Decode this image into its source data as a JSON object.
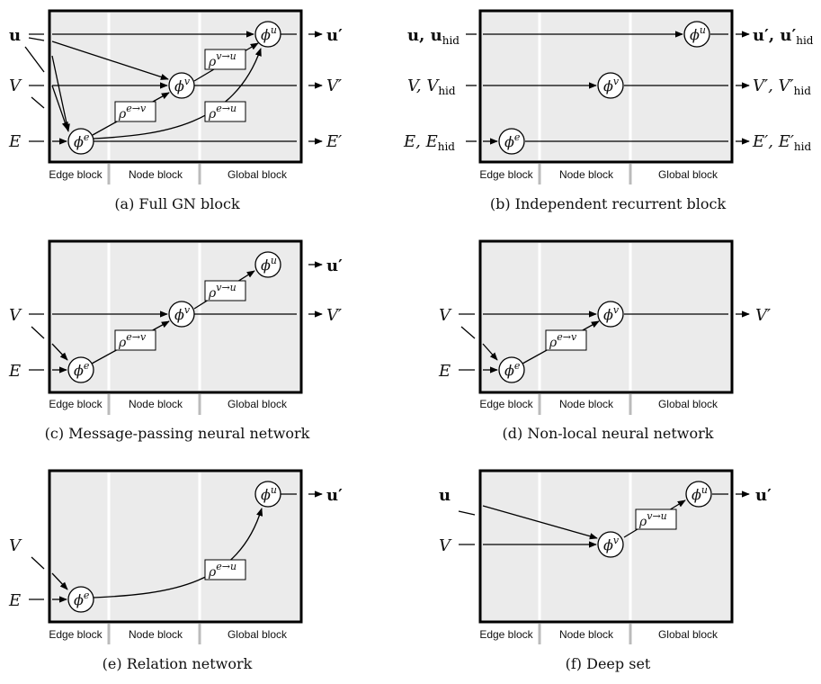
{
  "blocks": {
    "edge": "Edge block",
    "node": "Node block",
    "global": "Global block"
  },
  "panels": [
    {
      "id": "a",
      "caption": "(a) Full GN block"
    },
    {
      "id": "b",
      "caption": "(b) Independent recurrent block"
    },
    {
      "id": "c",
      "caption": "(c) Message-passing neural network"
    },
    {
      "id": "d",
      "caption": "(d) Non-local neural network"
    },
    {
      "id": "e",
      "caption": "(e) Relation network"
    },
    {
      "id": "f",
      "caption": "(f) Deep set"
    }
  ],
  "symbols": {
    "u": "u",
    "V": "V",
    "E": "E",
    "u_out": "u′",
    "V_out": "V′",
    "E_out": "E′",
    "hid": "hid",
    "phi": "ϕ",
    "rho": "ρ",
    "sup_e": "e",
    "sup_v": "v",
    "sup_u": "u",
    "sup_e_v": "e→v",
    "sup_e_u": "e→u",
    "sup_v_u": "v→u"
  }
}
